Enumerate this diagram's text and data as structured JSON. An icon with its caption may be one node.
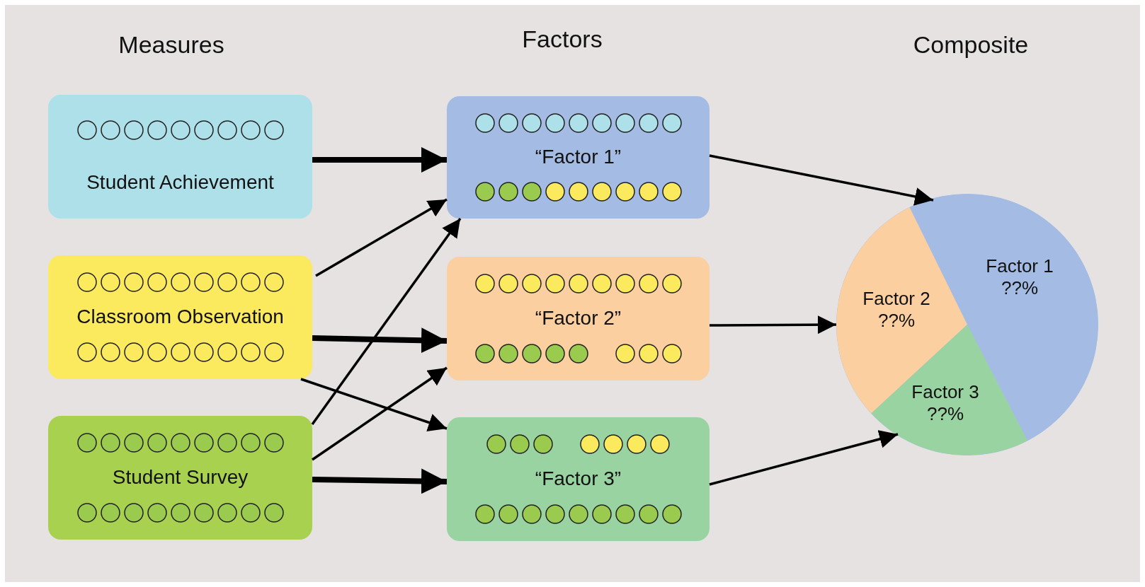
{
  "diagram": {
    "nodes": [
      {
        "text": [
          "Student Achievement"
        ]
      },
      {
        "text": [
          "Classroom Observation"
        ]
      },
      {
        "text": [
          "Student Survey"
        ]
      },
      {
        "text": [
          "“Factor 1”"
        ]
      },
      {
        "text": [
          "“Factor 2”"
        ]
      },
      {
        "text": [
          "“Factor 3”"
        ]
      },
      {
        "text": [],
        "shape": "circle"
      },
      {
        "text": [
          "Factor 1 ??%"
        ],
        "in": 6
      },
      {
        "text": [
          "Factor 2 ??%"
        ],
        "in": 6
      },
      {
        "text": [
          "Factor 3 ??%"
        ],
        "in": 6
      }
    ],
    "edges": [
      {
        "from": 0,
        "to": 3,
        "arrow": "to",
        "style": "thick"
      },
      {
        "from": 1,
        "to": 3,
        "arrow": "to"
      },
      {
        "from": 1,
        "to": 4,
        "arrow": "to",
        "style": "thick"
      },
      {
        "from": 1,
        "to": 5,
        "arrow": "to"
      },
      {
        "from": 2,
        "to": 3,
        "arrow": "to"
      },
      {
        "from": 2,
        "to": 4,
        "arrow": "to"
      },
      {
        "from": 2,
        "to": 5,
        "arrow": "to",
        "style": "thick"
      },
      {
        "from": 3,
        "to": 7,
        "arrow": "to"
      },
      {
        "from": 4,
        "to": 8,
        "arrow": "to"
      },
      {
        "from": 5,
        "to": 9,
        "arrow": "to"
      }
    ],
    "labels": [
      "Measures",
      "Factors",
      "Composite"
    ]
  }
}
